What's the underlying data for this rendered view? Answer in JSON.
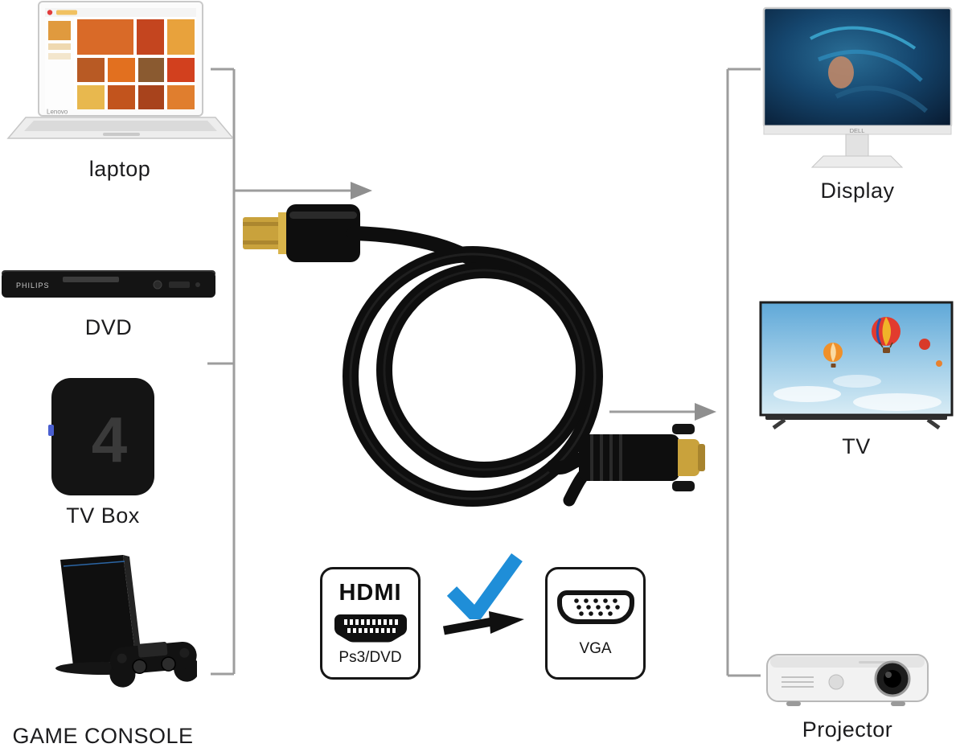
{
  "colors": {
    "line-gray": "#9d9d9d",
    "arrowhead-gray": "#8f8f8f",
    "check-blue": "#1f8ed8",
    "cable-black": "#0e0e0e",
    "hdmi-gold": "#c9a23c",
    "label-dark": "#1c1c1e"
  },
  "sources": [
    {
      "label": "laptop",
      "brand": "Lenovo"
    },
    {
      "label": "DVD",
      "brand": "PHILIPS"
    },
    {
      "label": "TV Box",
      "badge": "4"
    },
    {
      "label": "GAME CONSOLE"
    }
  ],
  "targets": [
    {
      "label": "Display",
      "brand": "DELL"
    },
    {
      "label": "TV"
    },
    {
      "label": "Projector"
    }
  ],
  "adapter": {
    "input": {
      "title": "HDMI",
      "subtitle": "Ps3/DVD"
    },
    "output": {
      "title": "VGA"
    }
  }
}
